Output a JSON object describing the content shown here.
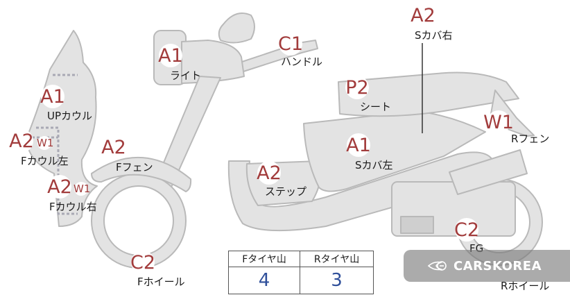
{
  "parts": [
    {
      "id": "light",
      "code": "A1",
      "label": "ライト"
    },
    {
      "id": "handle",
      "code": "C1",
      "label": "ハンドル"
    },
    {
      "id": "side-cover-right",
      "code": "A2",
      "label": "Sカバ右"
    },
    {
      "id": "seat",
      "code": "P2",
      "label": "シート"
    },
    {
      "id": "up-cowl",
      "code": "A1",
      "label": "UPカウル"
    },
    {
      "id": "rear-fender",
      "code": "W1",
      "label": "Rフェン"
    },
    {
      "id": "front-cowl-left",
      "code": "A2",
      "code_secondary": "W1",
      "label": "Fカウル左"
    },
    {
      "id": "front-fender",
      "code": "A2",
      "label": "Fフェン"
    },
    {
      "id": "side-cover-left",
      "code": "A1",
      "label": "Sカバ左"
    },
    {
      "id": "step",
      "code": "A2",
      "label": "ステップ"
    },
    {
      "id": "front-cowl-right",
      "code": "A2",
      "code_secondary": "W1",
      "label": "Fカウル右"
    },
    {
      "id": "fg",
      "code": "C2",
      "label": "FG"
    },
    {
      "id": "front-wheel",
      "code": "C2",
      "label": "Fホイール"
    },
    {
      "id": "rear-wheel",
      "code": "",
      "label": "Rホイール"
    }
  ],
  "tire_table": {
    "headers": [
      "Fタイヤ山",
      "Rタイヤ山"
    ],
    "values": [
      "4",
      "3"
    ]
  },
  "watermark": {
    "text": "CARSKOREA"
  },
  "colors": {
    "part_fill": "#e3e3e3",
    "part_stroke": "#b9b9b9",
    "code_text": "#a23c3c",
    "code_circle": "#ffffff",
    "value_text": "#2f4f9a"
  }
}
